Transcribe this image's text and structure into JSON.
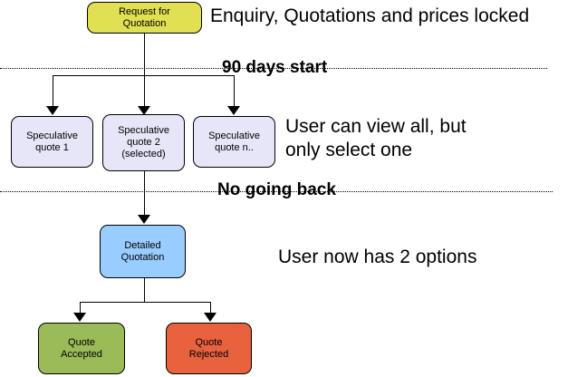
{
  "nodes": {
    "request": {
      "label": "Request for\nQuotation",
      "color": "#e0e052"
    },
    "speculative1": {
      "label": "Speculative\nquote 1",
      "color": "#e6e6f8"
    },
    "speculative2": {
      "label": "Speculative\nquote 2\n(selected)",
      "color": "#e6e6f8"
    },
    "speculativeN": {
      "label": "Speculative\nquote n..",
      "color": "#e6e6f8"
    },
    "detailed": {
      "label": "Detailed\nQuotation",
      "color": "#99ccff"
    },
    "accepted": {
      "label": "Quote\nAccepted",
      "color": "#9bbb59"
    },
    "rejected": {
      "label": "Quote\nRejected",
      "color": "#e8623e"
    }
  },
  "annotations": {
    "locked": "Enquiry, Quotations and prices locked",
    "select": "User can view all, but\nonly select one",
    "options": "User now has 2 options"
  },
  "milestones": {
    "start": "90 days start",
    "noback": "No going back"
  }
}
